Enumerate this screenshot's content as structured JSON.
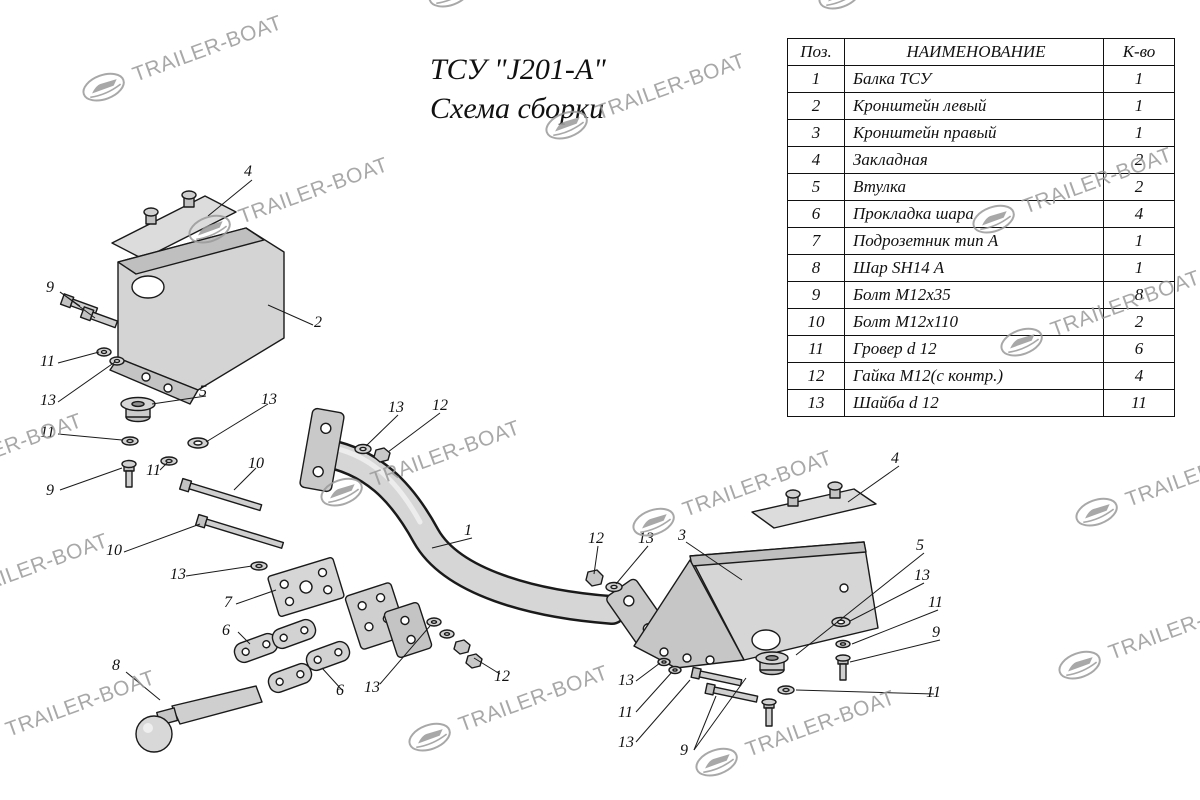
{
  "title": {
    "line1": "ТСУ \"J201-А\"",
    "line2": "Схема сборки"
  },
  "watermark": {
    "text": "TRAILER-BOAT",
    "color": "#9a9a9a"
  },
  "parts_table": {
    "headers": {
      "pos": "Поз.",
      "name": "НАИМЕНОВАНИЕ",
      "qty": "К-во"
    },
    "rows": [
      {
        "pos": "1",
        "name": "Балка ТСУ",
        "qty": "1"
      },
      {
        "pos": "2",
        "name": "Кронштейн левый",
        "qty": "1"
      },
      {
        "pos": "3",
        "name": "Кронштейн правый",
        "qty": "1"
      },
      {
        "pos": "4",
        "name": "Закладная",
        "qty": "2"
      },
      {
        "pos": "5",
        "name": "Втулка",
        "qty": "2"
      },
      {
        "pos": "6",
        "name": "Прокладка шара",
        "qty": "4"
      },
      {
        "pos": "7",
        "name": "Подрозетник тип А",
        "qty": "1"
      },
      {
        "pos": "8",
        "name": "Шар SH14 A",
        "qty": "1"
      },
      {
        "pos": "9",
        "name": "Болт М12х35",
        "qty": "8"
      },
      {
        "pos": "10",
        "name": "Болт М12х110",
        "qty": "2"
      },
      {
        "pos": "11",
        "name": "Гровер d 12",
        "qty": "6"
      },
      {
        "pos": "12",
        "name": "Гайка М12(с контр.)",
        "qty": "4"
      },
      {
        "pos": "13",
        "name": "Шайба d 12",
        "qty": "11"
      }
    ]
  },
  "diagram": {
    "callouts": [
      "4",
      "2",
      "9",
      "11",
      "13",
      "11",
      "9",
      "5",
      "13",
      "11",
      "10",
      "10",
      "13",
      "7",
      "6",
      "6",
      "8",
      "1",
      "13",
      "12",
      "13",
      "12",
      "12",
      "13",
      "3",
      "4",
      "5",
      "13",
      "11",
      "9",
      "11",
      "13",
      "11",
      "13",
      "9"
    ]
  }
}
